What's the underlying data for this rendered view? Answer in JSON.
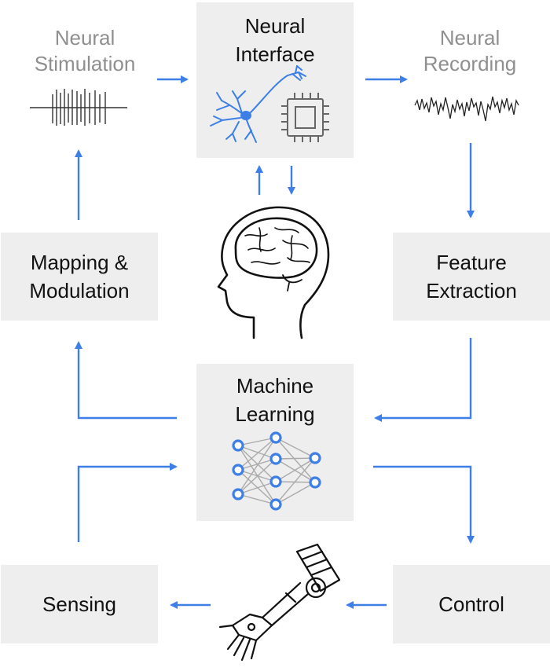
{
  "colors": {
    "arrow": "#3d7fe6",
    "box": "#eeeeee",
    "text": "#111111",
    "muted": "#8f8f8f",
    "accent": "#3d7fe6"
  },
  "nodes": {
    "neural_interface": {
      "line1": "Neural",
      "line2": "Interface"
    },
    "neural_stimulation": {
      "line1": "Neural",
      "line2": "Stimulation"
    },
    "neural_recording": {
      "line1": "Neural",
      "line2": "Recording"
    },
    "mapping_modulation": {
      "line1": "Mapping &",
      "line2": "Modulation"
    },
    "feature_extraction": {
      "line1": "Feature",
      "line2": "Extraction"
    },
    "machine_learning": {
      "line1": "Machine",
      "line2": "Learning"
    },
    "sensing": {
      "label": "Sensing"
    },
    "control": {
      "label": "Control"
    }
  },
  "icons": [
    "neuron-icon",
    "chip-icon",
    "spike-train-icon",
    "signal-trace-icon",
    "brain-head-icon",
    "neural-network-icon",
    "robotic-arm-icon"
  ]
}
